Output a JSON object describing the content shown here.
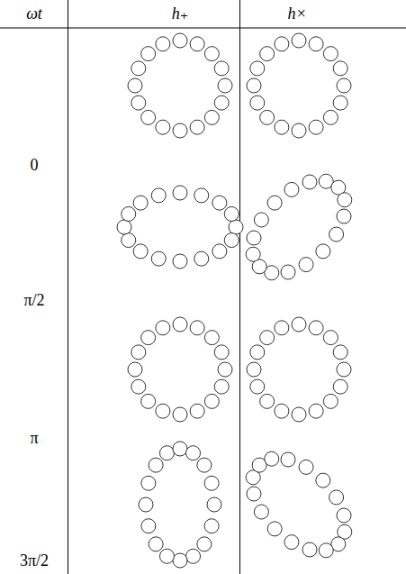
{
  "diagram": {
    "labels": [
      "ωt",
      "h₊",
      "h×",
      "0",
      "π/2",
      "π",
      "3π/2"
    ]
  }
}
